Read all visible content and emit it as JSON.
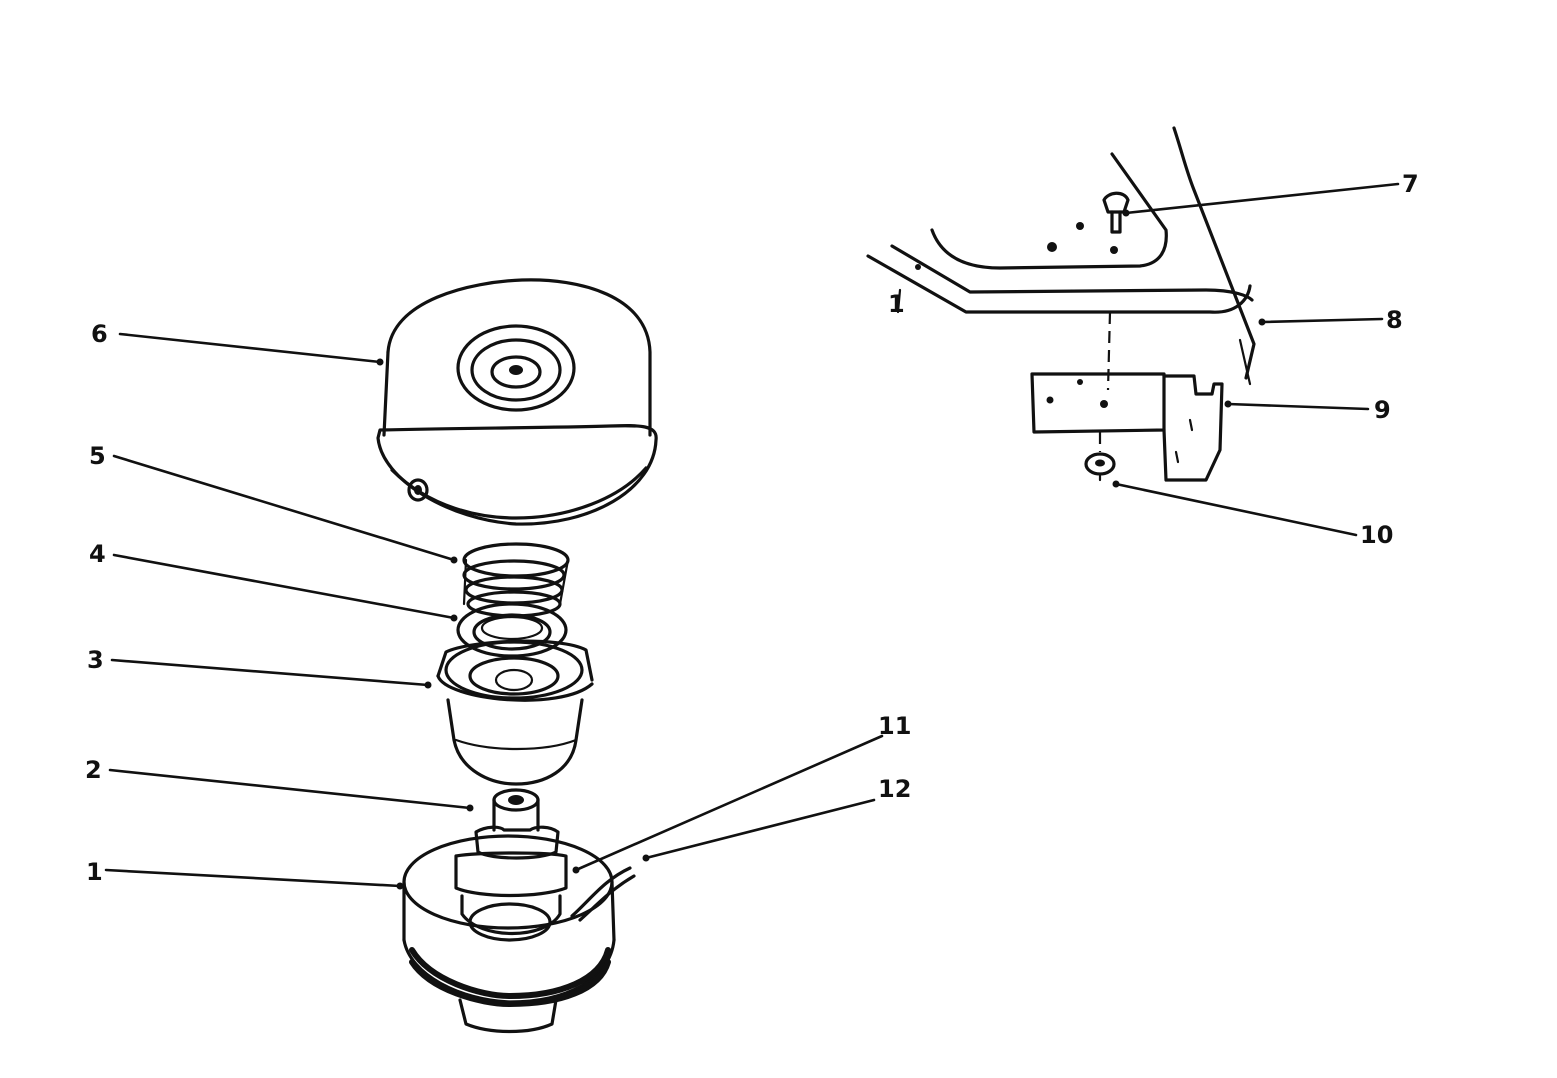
{
  "callouts": [
    {
      "id": "1",
      "label": "1"
    },
    {
      "id": "2",
      "label": "2"
    },
    {
      "id": "3",
      "label": "3"
    },
    {
      "id": "4",
      "label": "4"
    },
    {
      "id": "5",
      "label": "5"
    },
    {
      "id": "6",
      "label": "6"
    },
    {
      "id": "7",
      "label": "7"
    },
    {
      "id": "8",
      "label": "8"
    },
    {
      "id": "9",
      "label": "9"
    },
    {
      "id": "10",
      "label": "10"
    },
    {
      "id": "11",
      "label": "11"
    },
    {
      "id": "12",
      "label": "12"
    }
  ],
  "mower_deck_reference_label": "1",
  "colors": {
    "ink": "#111111",
    "paper": "#ffffff"
  }
}
